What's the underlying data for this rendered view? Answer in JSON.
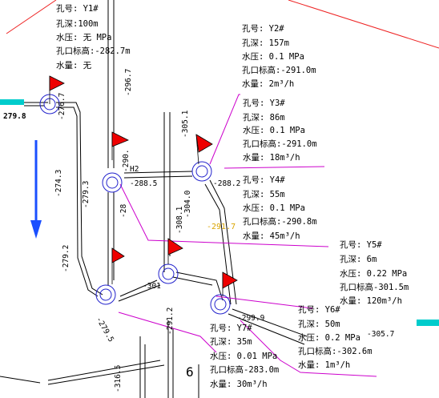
{
  "boreholes": [
    {
      "id": "y1",
      "lines": [
        "孔号: Y1#",
        "孔深:100m",
        "水压: 无 MPa",
        "孔口标高:-282.7m",
        "水量: 无"
      ]
    },
    {
      "id": "y2",
      "lines": [
        "孔号: Y2#",
        "孔深: 157m",
        "水压: 0.1 MPa",
        "孔口标高:-291.0m",
        "水量: 2m³/h"
      ]
    },
    {
      "id": "y3",
      "lines": [
        "孔号: Y3#",
        "孔深: 86m",
        "水压: 0.1 MPa",
        "孔口标高:-291.0m",
        "水量: 18m³/h"
      ]
    },
    {
      "id": "y4",
      "lines": [
        "孔号: Y4#",
        "孔深: 55m",
        "水压: 0.1 MPa",
        "孔口标高:-290.8m",
        "水量: 45m³/h"
      ]
    },
    {
      "id": "y5",
      "lines": [
        "孔号: Y5#",
        "孔深: 6m",
        "水压: 0.22 MPa",
        "孔口标高-301.5m",
        "水量: 120m³/h"
      ]
    },
    {
      "id": "y6",
      "lines": [
        "孔号: Y6#",
        "孔深: 50m",
        "水压: 0.2 MPa",
        "孔口标高:-302.6m",
        "水量: 1m³/h"
      ]
    },
    {
      "id": "y7",
      "lines": [
        "孔号: Y7#",
        "孔深: 35m",
        "水压: 0.01 MPa",
        "孔口标高-283.0m",
        "水量: 30m³/h"
      ]
    }
  ],
  "elevations": {
    "e1": "279.8",
    "e2": "-274.3",
    "e3": "-279.3",
    "e4": "-279.2",
    "e5": "-296.7",
    "e6": "-290.",
    "e7": "-288.5",
    "e8": "-28",
    "e9": "-304.0",
    "e10": "-305.1",
    "e11": "-288.2",
    "e12": "-308.1",
    "e13": "-301",
    "e14": "-299.9",
    "e15": "-305.7",
    "e16": "-279.5",
    "e17": "-291.2",
    "e18": "-316.5",
    "e19": "-291.7",
    "e20": "-276.7"
  },
  "markers": {
    "m1": "H2",
    "m2": "6"
  },
  "colors": {
    "pipe": "#000000",
    "leader": "#cc00cc",
    "hole": "#2222cc",
    "flag": "#ee0000",
    "water": "#00cccc",
    "flow": "#1a4fff",
    "boundary": "#ee2222"
  }
}
